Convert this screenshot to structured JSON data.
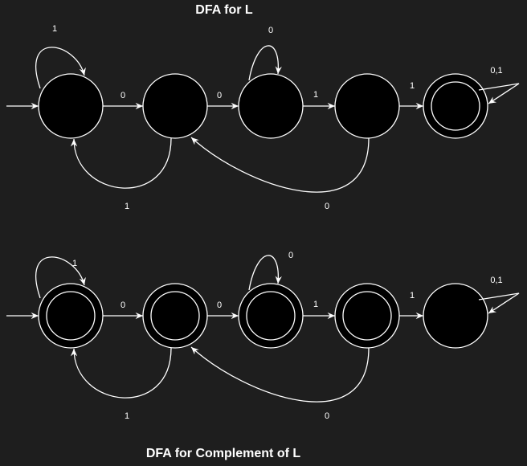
{
  "diagram": {
    "title_top": "DFA for L",
    "title_bottom": "DFA for Complement of L",
    "colors": {
      "background": "#1e1e1e",
      "stroke": "#ffffff",
      "state_fill": "#000000"
    },
    "dfa_L": {
      "accepting": [
        false,
        false,
        false,
        false,
        true
      ],
      "labels": {
        "q0_self": "1",
        "q0_q1": "0",
        "q1_q2": "0",
        "q2_self": "0",
        "q2_q3": "1",
        "q3_q4": "1",
        "q4_self": "0,1",
        "q1_q0_back": "1",
        "q3_q1_back": "0"
      }
    },
    "dfa_complement": {
      "accepting": [
        true,
        true,
        true,
        true,
        false
      ],
      "labels": {
        "q0_self": "1",
        "q0_q1": "0",
        "q1_q2": "0",
        "q2_self": "0",
        "q2_q3": "1",
        "q3_q4": "1",
        "q4_self": "0,1",
        "q1_q0_back": "1",
        "q3_q1_back": "0"
      }
    }
  }
}
